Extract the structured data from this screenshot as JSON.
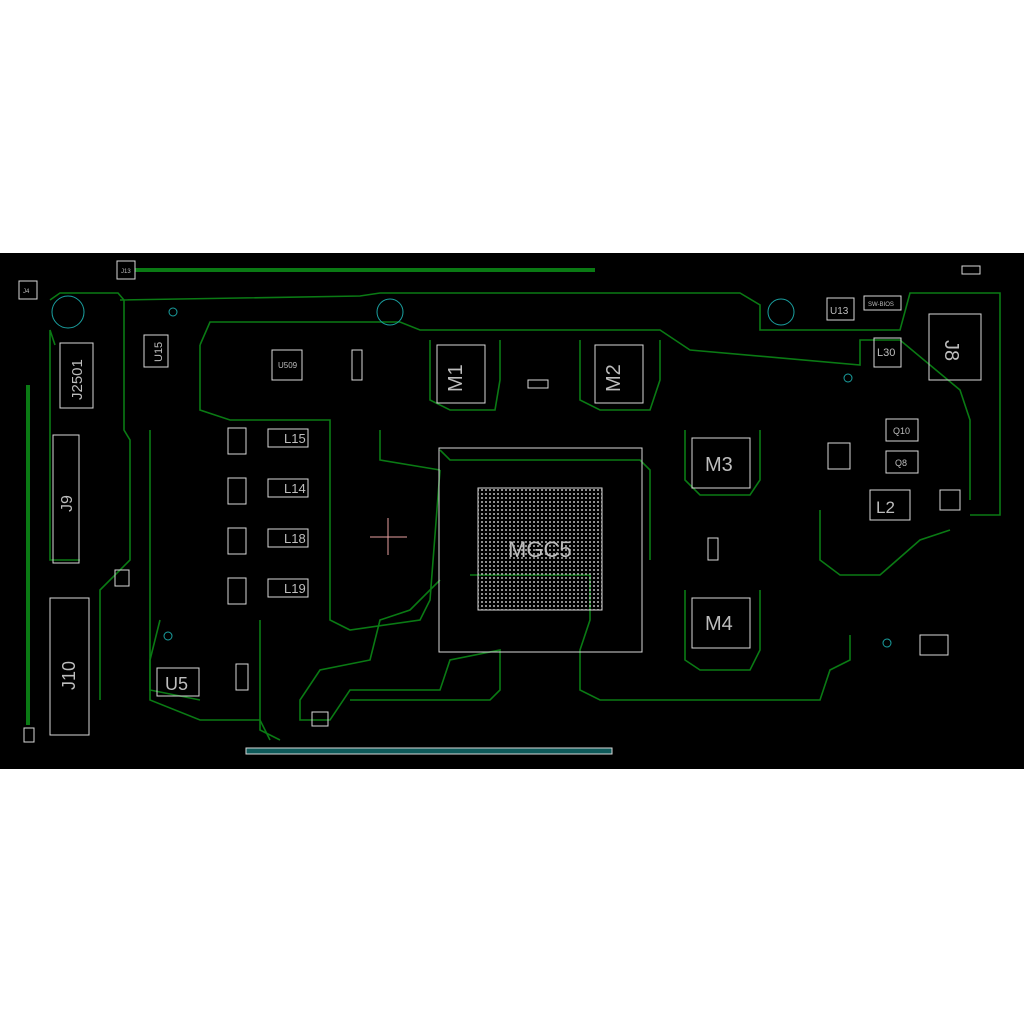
{
  "viewer": {
    "background": "#000000",
    "trace_color": "#0a7a14",
    "outline_color": "#d8d8d8",
    "hole_color": "#1aa0a0",
    "cursor_color": "#e8a0a0"
  },
  "components": {
    "J13": "J13",
    "J4": "J4",
    "J2501": "J2501",
    "U15": "U15",
    "U509": "U509",
    "L15": "L15",
    "L14": "L14",
    "L18": "L18",
    "L19": "L19",
    "J9": "J9",
    "J10": "J10",
    "U5": "U5",
    "M1": "M1",
    "M2": "M2",
    "M3": "M3",
    "M4": "M4",
    "GPU": "MGC5",
    "U13": "U13",
    "SW": "SW-BIOS",
    "L30": "L30",
    "J8": "J8",
    "Q10": "Q10",
    "Q8": "Q8",
    "L2": "L2"
  }
}
